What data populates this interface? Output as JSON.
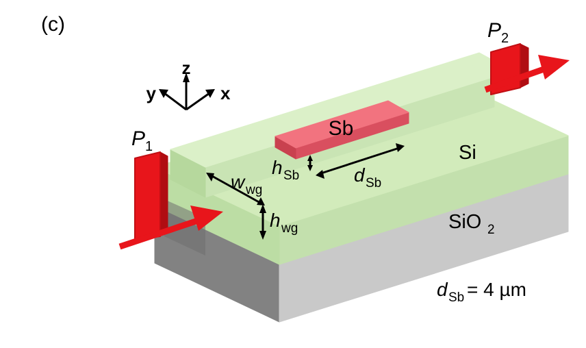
{
  "figure": {
    "panel_label": "(c)",
    "caption_note": "d_Sb = 4 µm"
  },
  "axes": {
    "x_label": "x",
    "y_label": "y",
    "z_label": "z"
  },
  "ports": {
    "input_label": "P",
    "input_sub": "1",
    "output_label": "P",
    "output_sub": "2"
  },
  "materials": {
    "device_layer": "Si",
    "buried_oxide": "SiO",
    "buried_oxide_sub": "2",
    "absorber": "Sb"
  },
  "dimensions": {
    "waveguide_width": "w",
    "waveguide_width_sub": "wg",
    "waveguide_height": "h",
    "waveguide_height_sub": "wg",
    "absorber_height": "h",
    "absorber_height_sub": "Sb",
    "absorber_length": "d",
    "absorber_length_sub": "Sb"
  },
  "annotation": {
    "symbol": "d",
    "symbol_sub": "Sb",
    "equals_value": " = 4 µm"
  },
  "colors": {
    "si_top": "#d2ebbb",
    "si_top_light": "#dbf0c8",
    "si_front": "#c3e0ad",
    "si_side": "#bcdda4",
    "sio2_top": "#d8d8d8",
    "sio2_front": "#828282",
    "sio2_side": "#c9c9c9",
    "sb_top": "#f2737f",
    "sb_front": "#d94f5f",
    "sb_side": "#c9414f",
    "port_face": "#e8151b",
    "port_side": "#b00d12",
    "arrow_red": "#e8151b",
    "text": "#000000",
    "background": "#ffffff"
  }
}
